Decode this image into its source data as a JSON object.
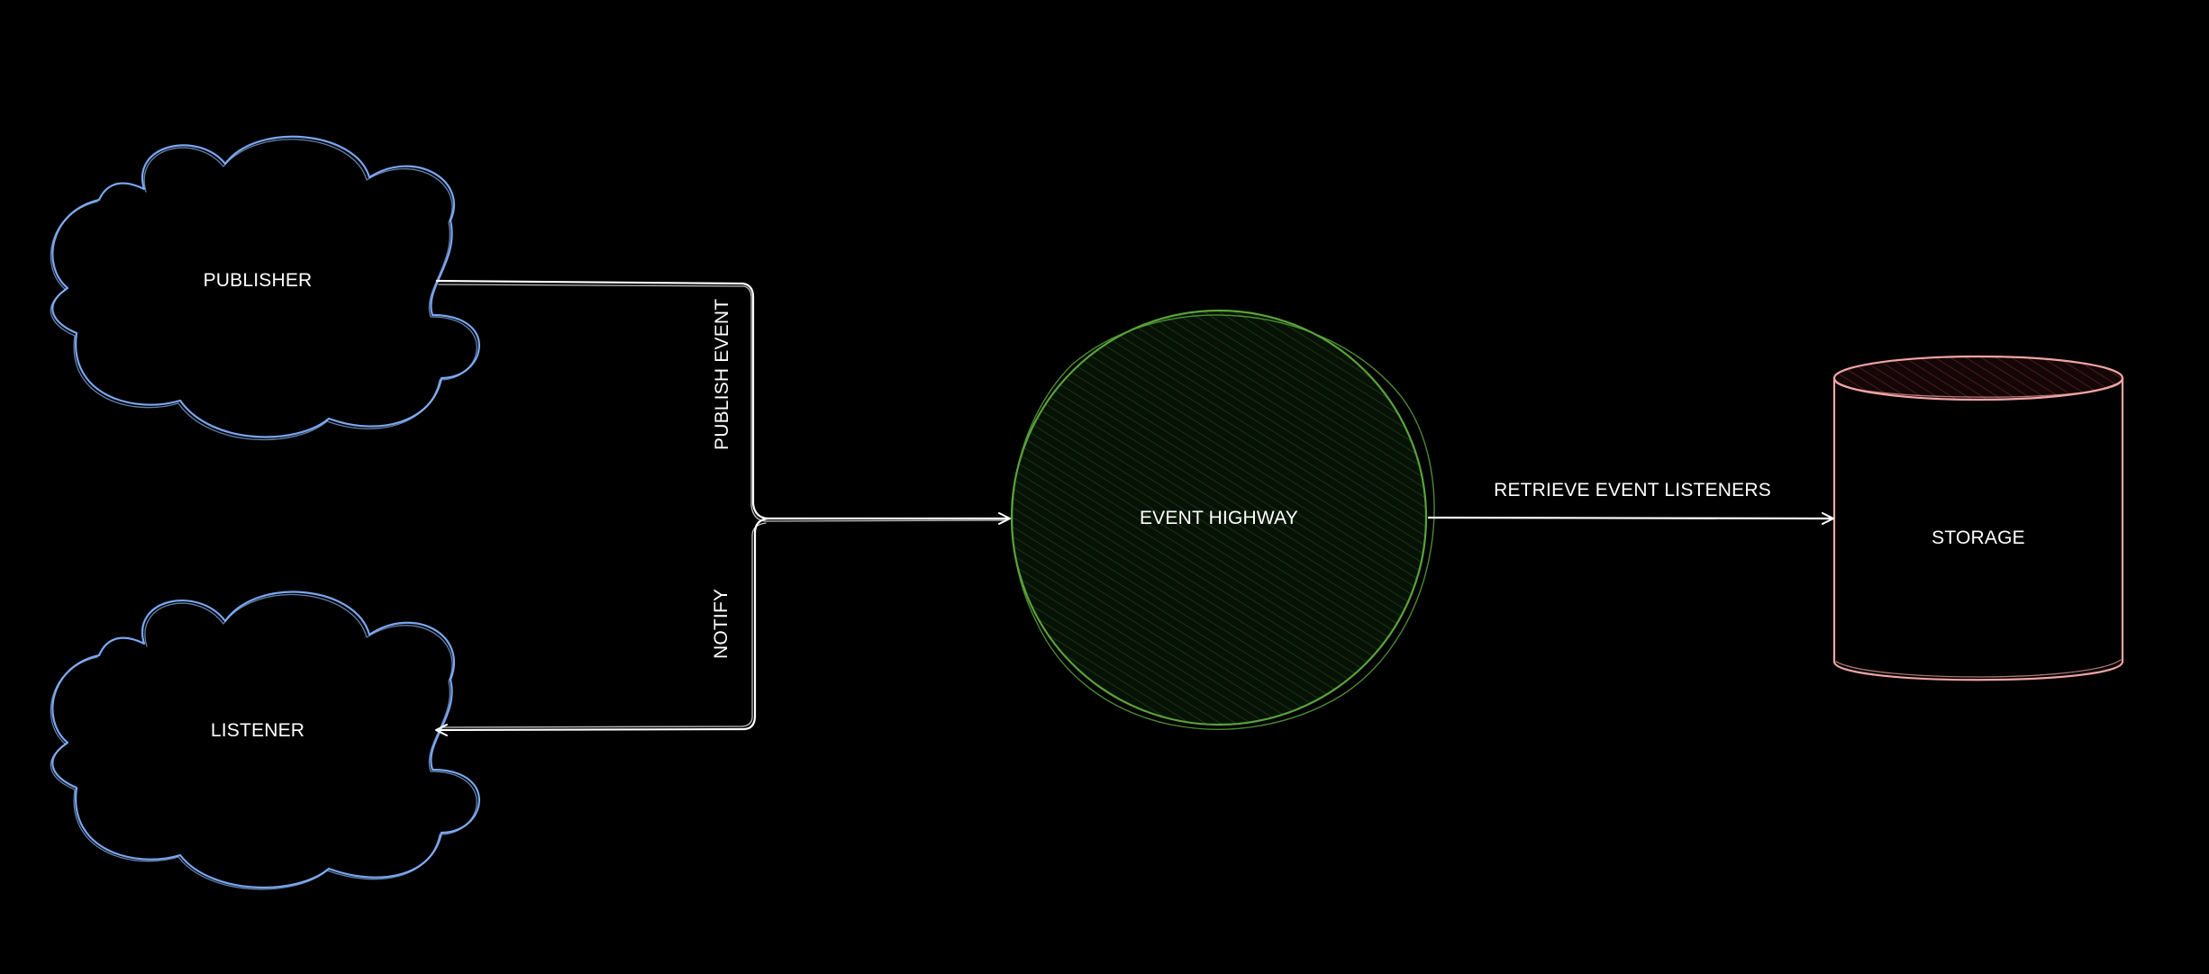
{
  "diagram": {
    "background": "#000000",
    "nodes": {
      "publisher": {
        "label": "PUBLISHER",
        "shape": "cloud",
        "stroke": "#7aa7f0",
        "fill": "#0f1a2c"
      },
      "listener": {
        "label": "LISTENER",
        "shape": "cloud",
        "stroke": "#7aa7f0",
        "fill": "#0f1a2c"
      },
      "event_highway": {
        "label": "EVENT HIGHWAY",
        "shape": "circle",
        "stroke": "#59a33a",
        "fill": "#0d1f0b"
      },
      "storage": {
        "label": "STORAGE",
        "shape": "cylinder",
        "stroke": "#f1a5a5",
        "fill": "#2a0e0e"
      }
    },
    "edges": {
      "publish": {
        "label": "PUBLISH EVENT",
        "from": "PUBLISHER",
        "to": "EVENT HIGHWAY"
      },
      "notify": {
        "label": "NOTIFY",
        "from": "EVENT HIGHWAY",
        "to": "LISTENER"
      },
      "retrieve": {
        "label": "RETRIEVE EVENT LISTENERS",
        "from": "EVENT HIGHWAY",
        "to": "STORAGE"
      }
    },
    "edge_color": "#ffffff"
  }
}
